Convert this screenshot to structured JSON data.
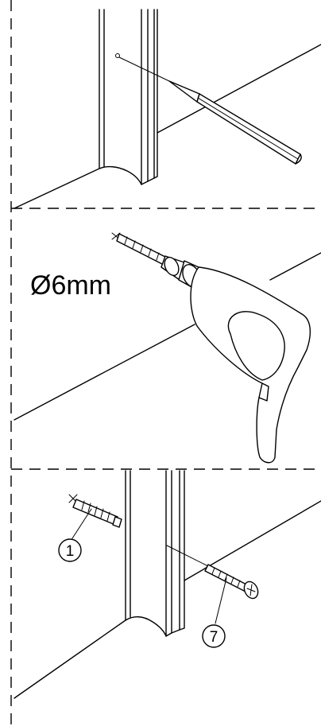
{
  "panels": [
    {
      "step": "mark-hole"
    },
    {
      "step": "drill-hole",
      "drill_label": "Ø6mm"
    },
    {
      "step": "fix-with-plug-and-screw",
      "callouts": [
        "1",
        "7"
      ]
    }
  ]
}
